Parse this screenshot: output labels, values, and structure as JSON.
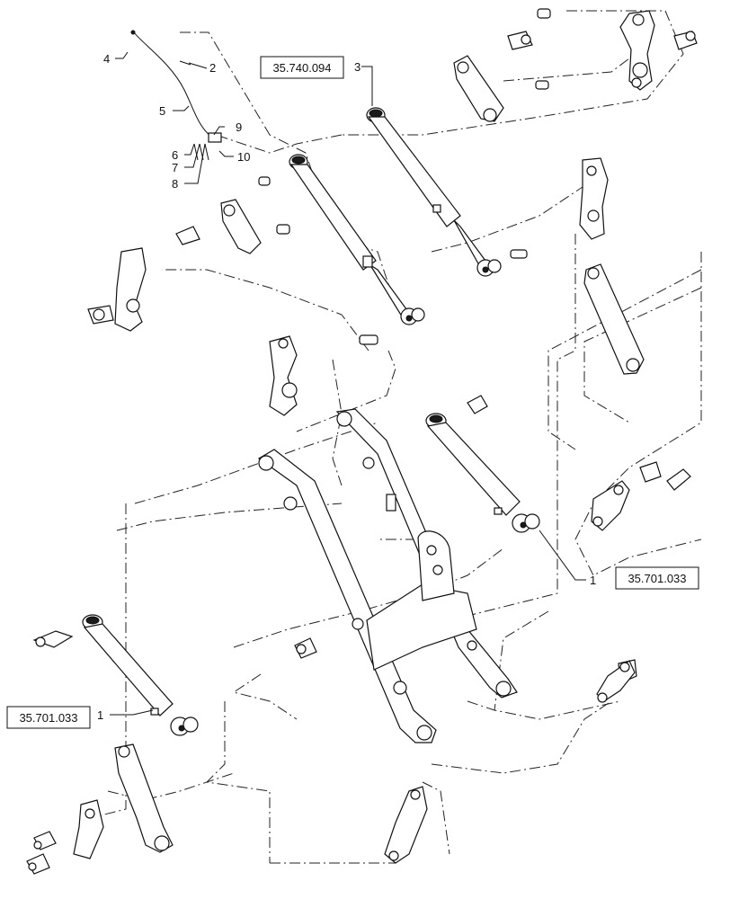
{
  "callouts": [
    {
      "id": "c1a",
      "text": "1"
    },
    {
      "id": "c1b",
      "text": "1"
    },
    {
      "id": "c2",
      "text": "2"
    },
    {
      "id": "c3",
      "text": "3"
    },
    {
      "id": "c4",
      "text": "4"
    },
    {
      "id": "c5",
      "text": "5"
    },
    {
      "id": "c6",
      "text": "6"
    },
    {
      "id": "c7",
      "text": "7"
    },
    {
      "id": "c8",
      "text": "8"
    },
    {
      "id": "c9",
      "text": "9"
    },
    {
      "id": "c10",
      "text": "10"
    }
  ],
  "refs": {
    "top": "35.740.094",
    "right": "35.701.033",
    "left": "35.701.033"
  }
}
